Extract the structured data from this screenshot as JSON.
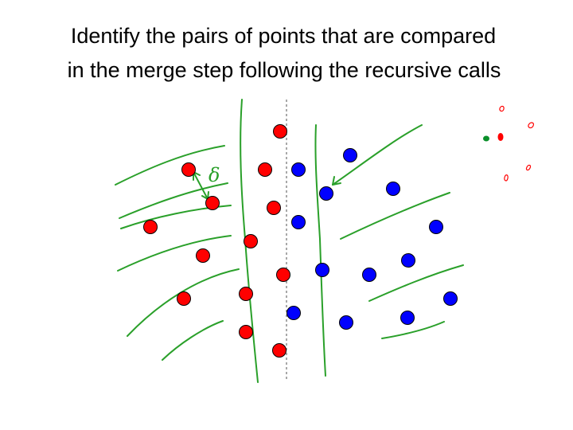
{
  "title_lines": [
    "Identify the pairs of points that are compared",
    "in the merge step following the recursive calls"
  ],
  "annotation_symbol": "δ",
  "colors": {
    "left_points": "#ff0000",
    "right_points": "#0000ff",
    "ink": "#2aa02a",
    "median_line": "#7a7a7a"
  },
  "legend_dots": [
    {
      "color": "green"
    },
    {
      "color": "red"
    }
  ]
}
